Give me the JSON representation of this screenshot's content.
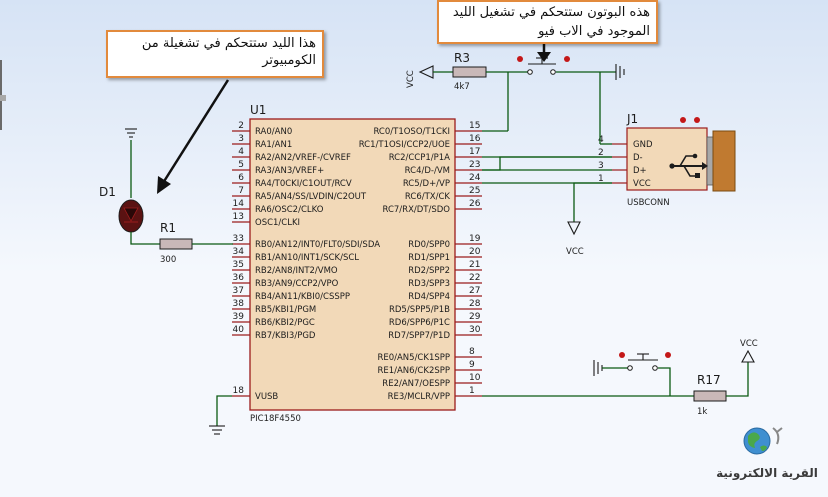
{
  "notes": {
    "led_note": "هذا الليد ستتحكم في تشغيلة من الكومبيوتر",
    "button_note": "هذه البوتون ستتحكم في تشغيل الليد الموجود في الاب فيو"
  },
  "mcu": {
    "ref": "U1",
    "part": "PIC18F4550",
    "left_pins": [
      {
        "num": "2",
        "name": "RA0/AN0"
      },
      {
        "num": "3",
        "name": "RA1/AN1"
      },
      {
        "num": "4",
        "name": "RA2/AN2/VREF-/CVREF"
      },
      {
        "num": "5",
        "name": "RA3/AN3/VREF+"
      },
      {
        "num": "6",
        "name": "RA4/T0CKI/C1OUT/RCV"
      },
      {
        "num": "7",
        "name": "RA5/AN4/SS/LVDIN/C2OUT"
      },
      {
        "num": "14",
        "name": "RA6/OSC2/CLKO"
      },
      {
        "num": "13",
        "name": "OSC1/CLKI"
      },
      {
        "num": "33",
        "name": "RB0/AN12/INT0/FLT0/SDI/SDA"
      },
      {
        "num": "34",
        "name": "RB1/AN10/INT1/SCK/SCL"
      },
      {
        "num": "35",
        "name": "RB2/AN8/INT2/VMO"
      },
      {
        "num": "36",
        "name": "RB3/AN9/CCP2/VPO"
      },
      {
        "num": "37",
        "name": "RB4/AN11/KBI0/CSSPP"
      },
      {
        "num": "38",
        "name": "RB5/KBI1/PGM"
      },
      {
        "num": "39",
        "name": "RB6/KBI2/PGC"
      },
      {
        "num": "40",
        "name": "RB7/KBI3/PGD"
      },
      {
        "num": "18",
        "name": "VUSB"
      }
    ],
    "right_pins": [
      {
        "num": "15",
        "name": "RC0/T1OSO/T1CKI"
      },
      {
        "num": "16",
        "name": "RC1/T1OSI/CCP2/UOE"
      },
      {
        "num": "17",
        "name": "RC2/CCP1/P1A"
      },
      {
        "num": "23",
        "name": "RC4/D-/VM"
      },
      {
        "num": "24",
        "name": "RC5/D+/VP"
      },
      {
        "num": "25",
        "name": "RC6/TX/CK"
      },
      {
        "num": "26",
        "name": "RC7/RX/DT/SDO"
      },
      {
        "num": "19",
        "name": "RD0/SPP0"
      },
      {
        "num": "20",
        "name": "RD1/SPP1"
      },
      {
        "num": "21",
        "name": "RD2/SPP2"
      },
      {
        "num": "22",
        "name": "RD3/SPP3"
      },
      {
        "num": "27",
        "name": "RD4/SPP4"
      },
      {
        "num": "28",
        "name": "RD5/SPP5/P1B"
      },
      {
        "num": "29",
        "name": "RD6/SPP6/P1C"
      },
      {
        "num": "30",
        "name": "RD7/SPP7/P1D"
      },
      {
        "num": "8",
        "name": "RE0/AN5/CK1SPP"
      },
      {
        "num": "9",
        "name": "RE1/AN6/CK2SPP"
      },
      {
        "num": "10",
        "name": "RE2/AN7/OESPP"
      },
      {
        "num": "1",
        "name": "RE3/MCLR/VPP"
      }
    ]
  },
  "usb": {
    "ref": "J1",
    "part": "USBCONN",
    "pins": [
      {
        "num": "4",
        "name": "GND"
      },
      {
        "num": "2",
        "name": "D-"
      },
      {
        "num": "3",
        "name": "D+"
      },
      {
        "num": "1",
        "name": "VCC"
      }
    ]
  },
  "components": {
    "d1": "D1",
    "r1": "R1",
    "r1_value": "300",
    "r3": "R3",
    "r3_value": "4k7",
    "r17": "R17",
    "r17_value": "1k",
    "vcc_top": "VCC",
    "vcc_usb": "VCC",
    "vcc_right": "VCC"
  },
  "logo": {
    "text": "القرية الالكترونية"
  },
  "colors": {
    "wire": "#0b5a12",
    "ic_body": "#f2d9b8",
    "ic_border": "#9b1c1c",
    "note_border": "#e28a3c",
    "background_top": "#d6e3f5"
  }
}
